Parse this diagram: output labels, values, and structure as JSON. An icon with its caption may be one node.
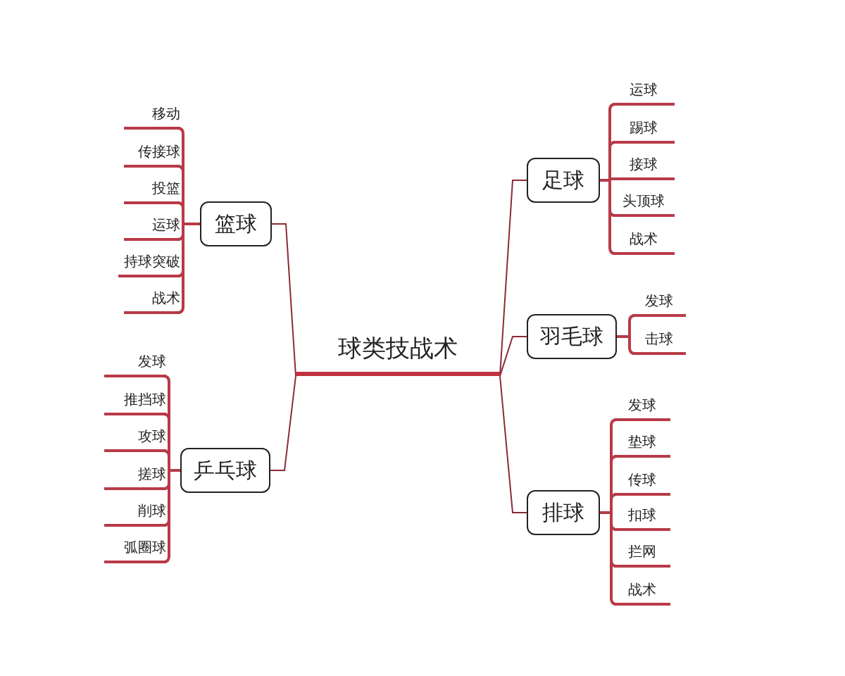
{
  "diagram": {
    "nodes": [
      {
        "text": [
          "球类技战术"
        ]
      },
      {
        "text": [
          "篮球"
        ]
      },
      {
        "text": [
          "移动"
        ]
      },
      {
        "text": [
          "传接球"
        ]
      },
      {
        "text": [
          "投篮"
        ]
      },
      {
        "text": [
          "运球"
        ]
      },
      {
        "text": [
          "持球突破"
        ]
      },
      {
        "text": [
          "战术"
        ]
      },
      {
        "text": [
          "乒乓球"
        ]
      },
      {
        "text": [
          "发球"
        ]
      },
      {
        "text": [
          "推挡球"
        ]
      },
      {
        "text": [
          "攻球"
        ]
      },
      {
        "text": [
          "搓球"
        ]
      },
      {
        "text": [
          "削球"
        ]
      },
      {
        "text": [
          "弧圈球"
        ]
      },
      {
        "text": [
          "足球"
        ]
      },
      {
        "text": [
          "运球"
        ]
      },
      {
        "text": [
          "踢球"
        ]
      },
      {
        "text": [
          "接球"
        ]
      },
      {
        "text": [
          "头顶球"
        ]
      },
      {
        "text": [
          "战术"
        ]
      },
      {
        "text": [
          "羽毛球"
        ]
      },
      {
        "text": [
          "发球"
        ]
      },
      {
        "text": [
          "击球"
        ]
      },
      {
        "text": [
          "排球"
        ]
      },
      {
        "text": [
          "发球"
        ]
      },
      {
        "text": [
          "垫球"
        ]
      },
      {
        "text": [
          "传球"
        ]
      },
      {
        "text": [
          "扣球"
        ]
      },
      {
        "text": [
          "拦网"
        ]
      },
      {
        "text": [
          "战术"
        ]
      }
    ],
    "edges": [
      {
        "from": 0,
        "to": 1,
        "arrow": "none"
      },
      {
        "from": 0,
        "to": 8,
        "arrow": "none"
      },
      {
        "from": 0,
        "to": 15,
        "arrow": "none"
      },
      {
        "from": 0,
        "to": 21,
        "arrow": "none"
      },
      {
        "from": 0,
        "to": 24,
        "arrow": "none"
      },
      {
        "from": 1,
        "to": 2,
        "arrow": "none"
      },
      {
        "from": 1,
        "to": 3,
        "arrow": "none"
      },
      {
        "from": 1,
        "to": 4,
        "arrow": "none"
      },
      {
        "from": 1,
        "to": 5,
        "arrow": "none"
      },
      {
        "from": 1,
        "to": 6,
        "arrow": "none"
      },
      {
        "from": 1,
        "to": 7,
        "arrow": "none"
      },
      {
        "from": 8,
        "to": 9,
        "arrow": "none"
      },
      {
        "from": 8,
        "to": 10,
        "arrow": "none"
      },
      {
        "from": 8,
        "to": 11,
        "arrow": "none"
      },
      {
        "from": 8,
        "to": 12,
        "arrow": "none"
      },
      {
        "from": 8,
        "to": 13,
        "arrow": "none"
      },
      {
        "from": 8,
        "to": 14,
        "arrow": "none"
      },
      {
        "from": 15,
        "to": 16,
        "arrow": "none"
      },
      {
        "from": 15,
        "to": 17,
        "arrow": "none"
      },
      {
        "from": 15,
        "to": 18,
        "arrow": "none"
      },
      {
        "from": 15,
        "to": 19,
        "arrow": "none"
      },
      {
        "from": 15,
        "to": 20,
        "arrow": "none"
      },
      {
        "from": 21,
        "to": 22,
        "arrow": "none"
      },
      {
        "from": 21,
        "to": 23,
        "arrow": "none"
      },
      {
        "from": 24,
        "to": 25,
        "arrow": "none"
      },
      {
        "from": 24,
        "to": 26,
        "arrow": "none"
      },
      {
        "from": 24,
        "to": 27,
        "arrow": "none"
      },
      {
        "from": 24,
        "to": 28,
        "arrow": "none"
      },
      {
        "from": 24,
        "to": 29,
        "arrow": "none"
      },
      {
        "from": 24,
        "to": 30,
        "arrow": "none"
      }
    ]
  }
}
